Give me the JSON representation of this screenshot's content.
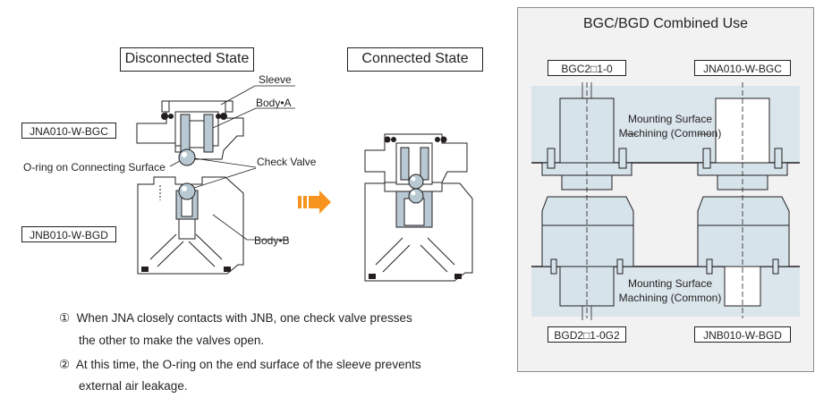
{
  "left": {
    "disconnected_title": "Disconnected State",
    "connected_title": "Connected State",
    "labels": {
      "jna": "JNA010-W-BGC",
      "jnb": "JNB010-W-BGD",
      "sleeve": "Sleeve",
      "body_a": "Body•A",
      "check_valve": "Check Valve",
      "oring": "O-ring on Connecting Surface",
      "body_b": "Body•B"
    }
  },
  "notes": [
    {
      "marker": "①",
      "line1": "When JNA closely contacts with JNB, one check valve presses",
      "line2": "the other to make the valves open."
    },
    {
      "marker": "②",
      "line1": "At this time, the O-ring on the end surface of the sleeve prevents",
      "line2": "external air leakage."
    }
  ],
  "combined": {
    "title": "BGC/BGD Combined Use",
    "top_left": "BGC2□1-0",
    "top_right": "JNA010-W-BGC",
    "bottom_left": "BGD2□1-0G2",
    "bottom_right": "JNB010-W-BGD",
    "mount_top": [
      "Mounting Surface",
      "Machining (Common)"
    ],
    "mount_bottom": [
      "Mounting Surface",
      "Machining (Common)"
    ]
  },
  "colors": {
    "accent_arrow": "#f7941d",
    "part_fill": "#ffffff",
    "hatch_fill": "#b8c9d3",
    "plate_fill": "#dbe6ec",
    "body_blue": "#d6e3eb",
    "line": "#231f20"
  }
}
